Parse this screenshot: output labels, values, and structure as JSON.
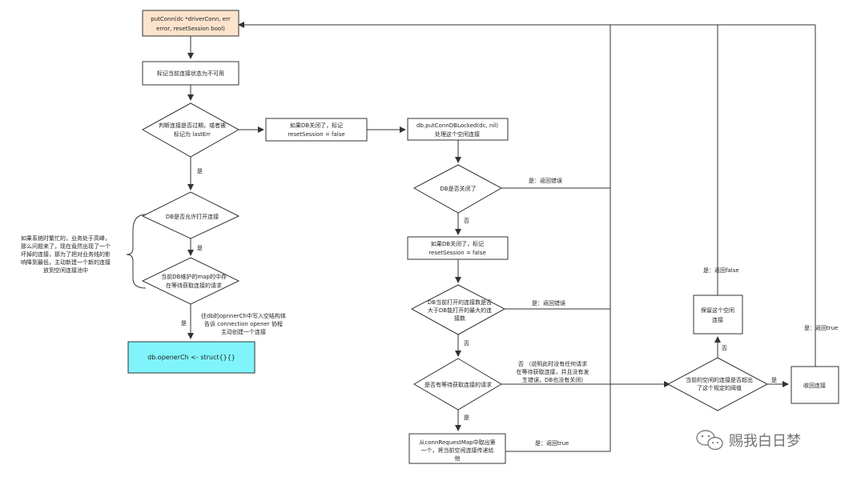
{
  "nodes": {
    "start": [
      "putConn(dc *driverConn, err",
      "error, resetSession bool)"
    ],
    "mark_unusable": [
      "标记当前连接状态为不可用"
    ],
    "check_expired": [
      "判断连接是否过期，或者被",
      "标记为 lastErr"
    ],
    "set_reset_1": [
      "如果DB关闭了，标记",
      "resetSession = false"
    ],
    "put_locked": [
      "db.putConnDBLocked(dc, nil)",
      "处理这个空闲连接"
    ],
    "db_closed": [
      "DB是否关闭了"
    ],
    "set_reset_2": [
      "如果DB关闭了，标记",
      "resetSession = false"
    ],
    "db_allow_open": [
      "DB是否允许打开连接"
    ],
    "open_count": [
      "DB当前打开的连接数是否",
      "大于DB能打开的最大的连",
      "接数"
    ],
    "map_waiting": [
      "当前DB维护的map的中存",
      "在等待获取连接的请求"
    ],
    "opener_ch": [
      "db.openerCh <- struct{}{}"
    ],
    "has_waiting": [
      "是否有等待获取连接的请求"
    ],
    "take_from_map": [
      "从connRequestMap中取出第",
      "一个，将当前空闲连接传递给",
      "他"
    ],
    "idle_exceed": [
      "当前的空闲的连接是否超出",
      "了这个规定的阈值"
    ],
    "keep_idle": [
      "保留这个空闲",
      "连接"
    ],
    "recycle": [
      "收回连接"
    ]
  },
  "labels": {
    "yes": "是",
    "no": "否",
    "return_error": "是：返回错误",
    "return_true": "是：返回true",
    "return_false": "是：返回false",
    "no_waiting_note": [
      "否 （说明此时没有任何请求",
      "在等待获取连接，并且没有发",
      "生错误，DB也没有关闭)"
    ],
    "opener_note": [
      "往db的opnnerCh中写入空结构体",
      "告诉 connection opener 协程",
      "主动创建一个连接"
    ],
    "busy_note": [
      "如果系统时繁忙的，业务处于高峰，",
      "那么问题来了，现在竟然出现了一个",
      "坏掉的连接，那为了把对业务线的影",
      "响降到最低，主动新建一个新的连接",
      "放到空闲连接池中"
    ]
  },
  "watermark": "赐我白日梦",
  "colors": {
    "start_fill": "#fde3cc",
    "opener_fill": "#7ff5fb",
    "line": "#333333"
  }
}
